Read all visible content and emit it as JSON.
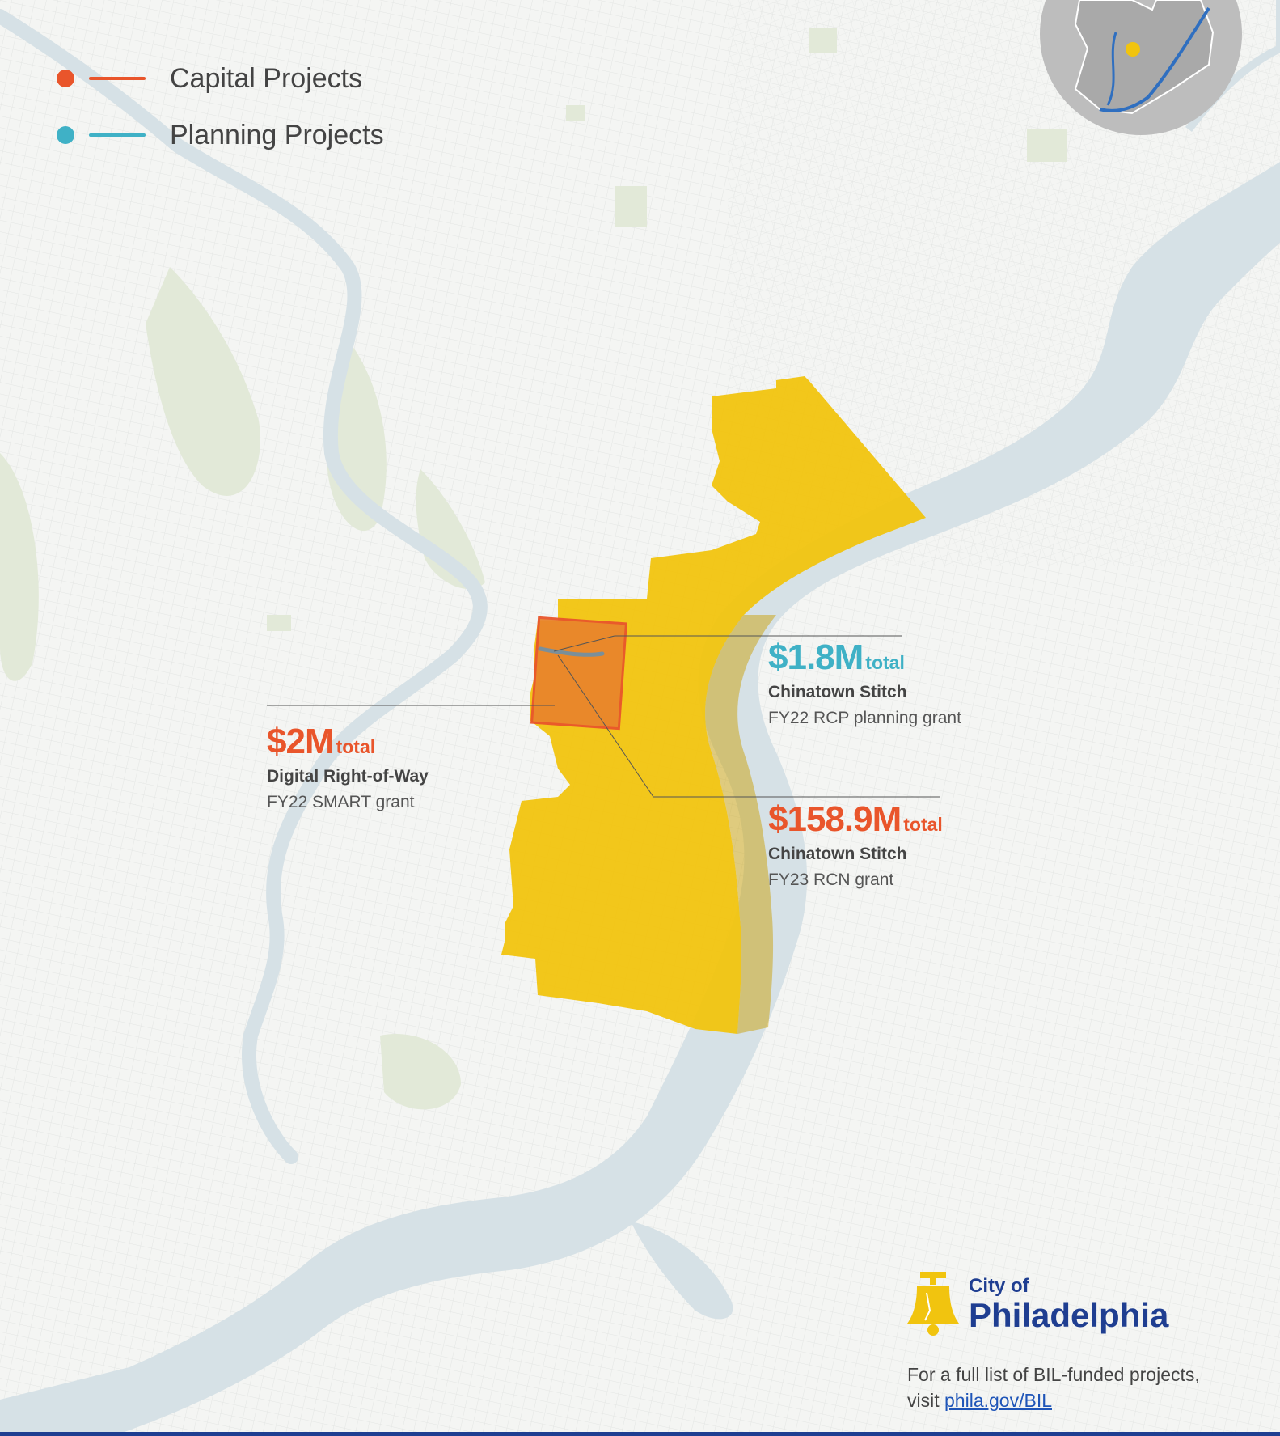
{
  "legend": {
    "items": [
      {
        "label": "Capital Projects",
        "color": "#e9552b"
      },
      {
        "label": "Planning Projects",
        "color": "#3fb1c6"
      }
    ]
  },
  "annotations": {
    "planning": {
      "amount": "$1.8M",
      "suffix": "total",
      "project": "Chinatown Stitch",
      "grant": "FY22 RCP planning grant",
      "color": "#3fb1c6"
    },
    "smart": {
      "amount": "$2M",
      "suffix": "total",
      "project": "Digital Right-of-Way",
      "grant": "FY22 SMART grant",
      "color": "#e9552b"
    },
    "rcn": {
      "amount": "$158.9M",
      "suffix": "total",
      "project": "Chinatown Stitch",
      "grant": "FY23 RCN grant",
      "color": "#e9552b"
    }
  },
  "logo": {
    "line1": "City of",
    "line2": "Philadelphia"
  },
  "footer": {
    "text": "For a full list of BIL-funded projects,",
    "visit": "visit",
    "link": "phila.gov/BIL"
  },
  "colors": {
    "river": "#d6e1e6",
    "park": "#e2e9d8",
    "project_area": "#f1c40f",
    "capital_area": "#e9852b",
    "brand": "#1f3e91"
  }
}
